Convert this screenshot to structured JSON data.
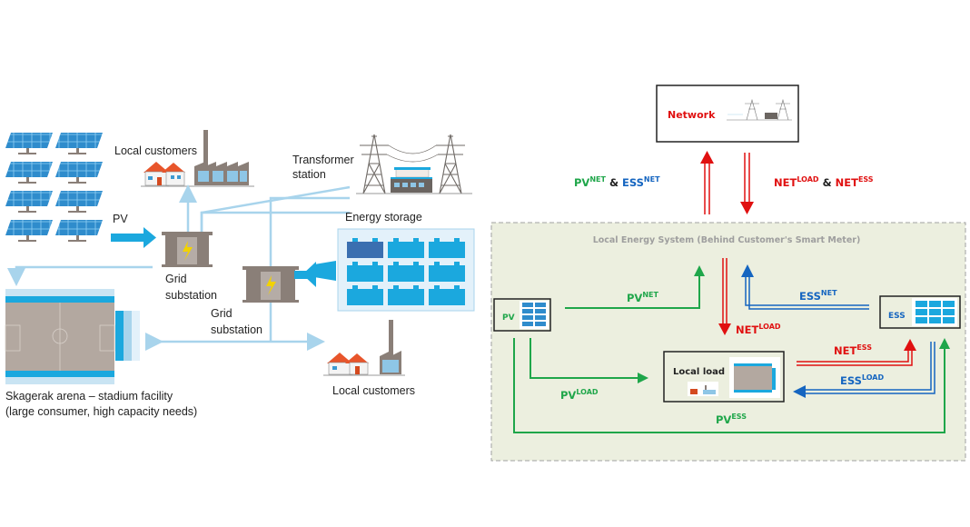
{
  "left_panel": {
    "pv_label": "PV",
    "local_customers_top": "Local customers",
    "transformer_label_line1": "Transformer",
    "transformer_label_line2": "station",
    "energy_storage_label": "Energy storage",
    "grid_substation_1_line1": "Grid",
    "grid_substation_1_line2": "substation",
    "grid_substation_2_line1": "Grid",
    "grid_substation_2_line2": "substation",
    "local_customers_bottom": "Local customers",
    "arena_caption_line1": "Skagerak arena – stadium facility",
    "arena_caption_line2": "(large consumer, high capacity needs)"
  },
  "right_panel": {
    "network_label": "Network",
    "system_title": "Local Energy System (Behind Customer's Smart Meter)",
    "pv_box_label": "PV",
    "ess_box_label": "ESS",
    "local_load_label": "Local load",
    "flows": {
      "pv_net": {
        "base": "PV",
        "sup": "NET"
      },
      "ess_net": {
        "base": "ESS",
        "sup": "NET"
      },
      "net_load": {
        "base": "NET",
        "sup": "LOAD"
      },
      "net_ess": {
        "base": "NET",
        "sup": "ESS"
      },
      "pv_load": {
        "base": "PV",
        "sup": "LOAD"
      },
      "ess_load": {
        "base": "ESS",
        "sup": "LOAD"
      },
      "pv_ess": {
        "base": "PV",
        "sup": "ESS"
      }
    },
    "top_left_label": {
      "a_base": "PV",
      "a_sup": "NET",
      "amp": " & ",
      "b_base": "ESS",
      "b_sup": "NET"
    },
    "top_right_label": {
      "a_base": "NET",
      "a_sup": "LOAD",
      "amp": " & ",
      "b_base": "NET",
      "b_sup": "ESS"
    }
  },
  "colors": {
    "green": "#1fa64a",
    "blue": "#1565c0",
    "red": "#e01010",
    "light_blue": "#a8d4ec",
    "cyan": "#1ba8de",
    "box_fill": "#ecefdf",
    "gray": "#8a7f78"
  }
}
